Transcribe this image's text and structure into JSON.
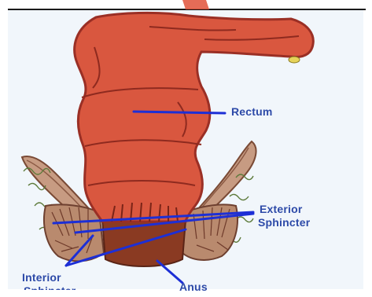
{
  "labels": {
    "rectum": "Rectum",
    "exterior_line1": "Exterior",
    "exterior_line2": "Sphincter",
    "interior_line1": "Interior",
    "interior_line2": "Sphincter",
    "anus": "Anus"
  },
  "colors": {
    "rectum_fill": "#d9573f",
    "rectum_outline": "#9a2f25",
    "muscle_fill": "#b98a6e",
    "anal_canal": "#8a3a22",
    "leader_line": "#1d2fd6",
    "label_text": "#2d4aa8",
    "background": "#f1f6fb"
  }
}
